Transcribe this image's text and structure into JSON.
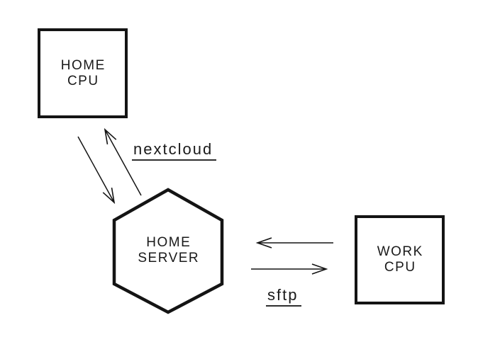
{
  "diagram": {
    "background": "#ffffff",
    "ink_color": "#141414",
    "nodes": {
      "home_cpu": {
        "shape": "square",
        "lines": [
          "HOME",
          "CPU"
        ]
      },
      "home_server": {
        "shape": "hexagon",
        "lines": [
          "HOME",
          "SERVER"
        ]
      },
      "work_cpu": {
        "shape": "square",
        "lines": [
          "WORK",
          "CPU"
        ]
      }
    },
    "edge_labels": {
      "nextcloud": "nextcloud",
      "sftp": "sftp"
    }
  }
}
